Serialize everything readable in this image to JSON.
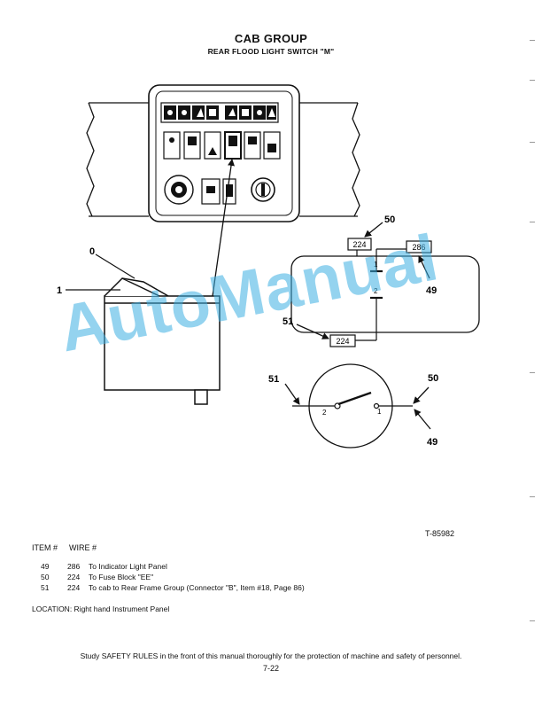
{
  "header": {
    "title": "CAB GROUP",
    "subtitle": "REAR FLOOD LIGHT SWITCH \"M\""
  },
  "diagram": {
    "callout_0": "0",
    "callout_1": "1",
    "wire_top_left": "224",
    "wire_top_right": "286",
    "wire_bottom": "224",
    "callout_50_top": "50",
    "callout_49_top": "49",
    "callout_51_mid": "51",
    "terminal_1": "1",
    "terminal_2": "2",
    "callout_51_low": "51",
    "callout_50_low": "50",
    "callout_49_low": "49",
    "sym_terminal_2": "2",
    "sym_terminal_1": "1"
  },
  "watermark": "AutoManual",
  "figure_number": "T-85982",
  "table": {
    "headers": {
      "item": "ITEM #",
      "wire": "WIRE #"
    },
    "rows": [
      {
        "item": "49",
        "wire": "286",
        "desc": "To Indicator Light Panel"
      },
      {
        "item": "50",
        "wire": "224",
        "desc": "To Fuse Block \"EE\""
      },
      {
        "item": "51",
        "wire": "224",
        "desc": "To cab to Rear Frame Group (Connector \"B\", Item #18, Page 86)"
      }
    ]
  },
  "location": "LOCATION: Right hand Instrument Panel",
  "footer": "Study SAFETY RULES in the front of this manual thoroughly for the protection of machine and safety of personnel.",
  "page_number": "7-22"
}
